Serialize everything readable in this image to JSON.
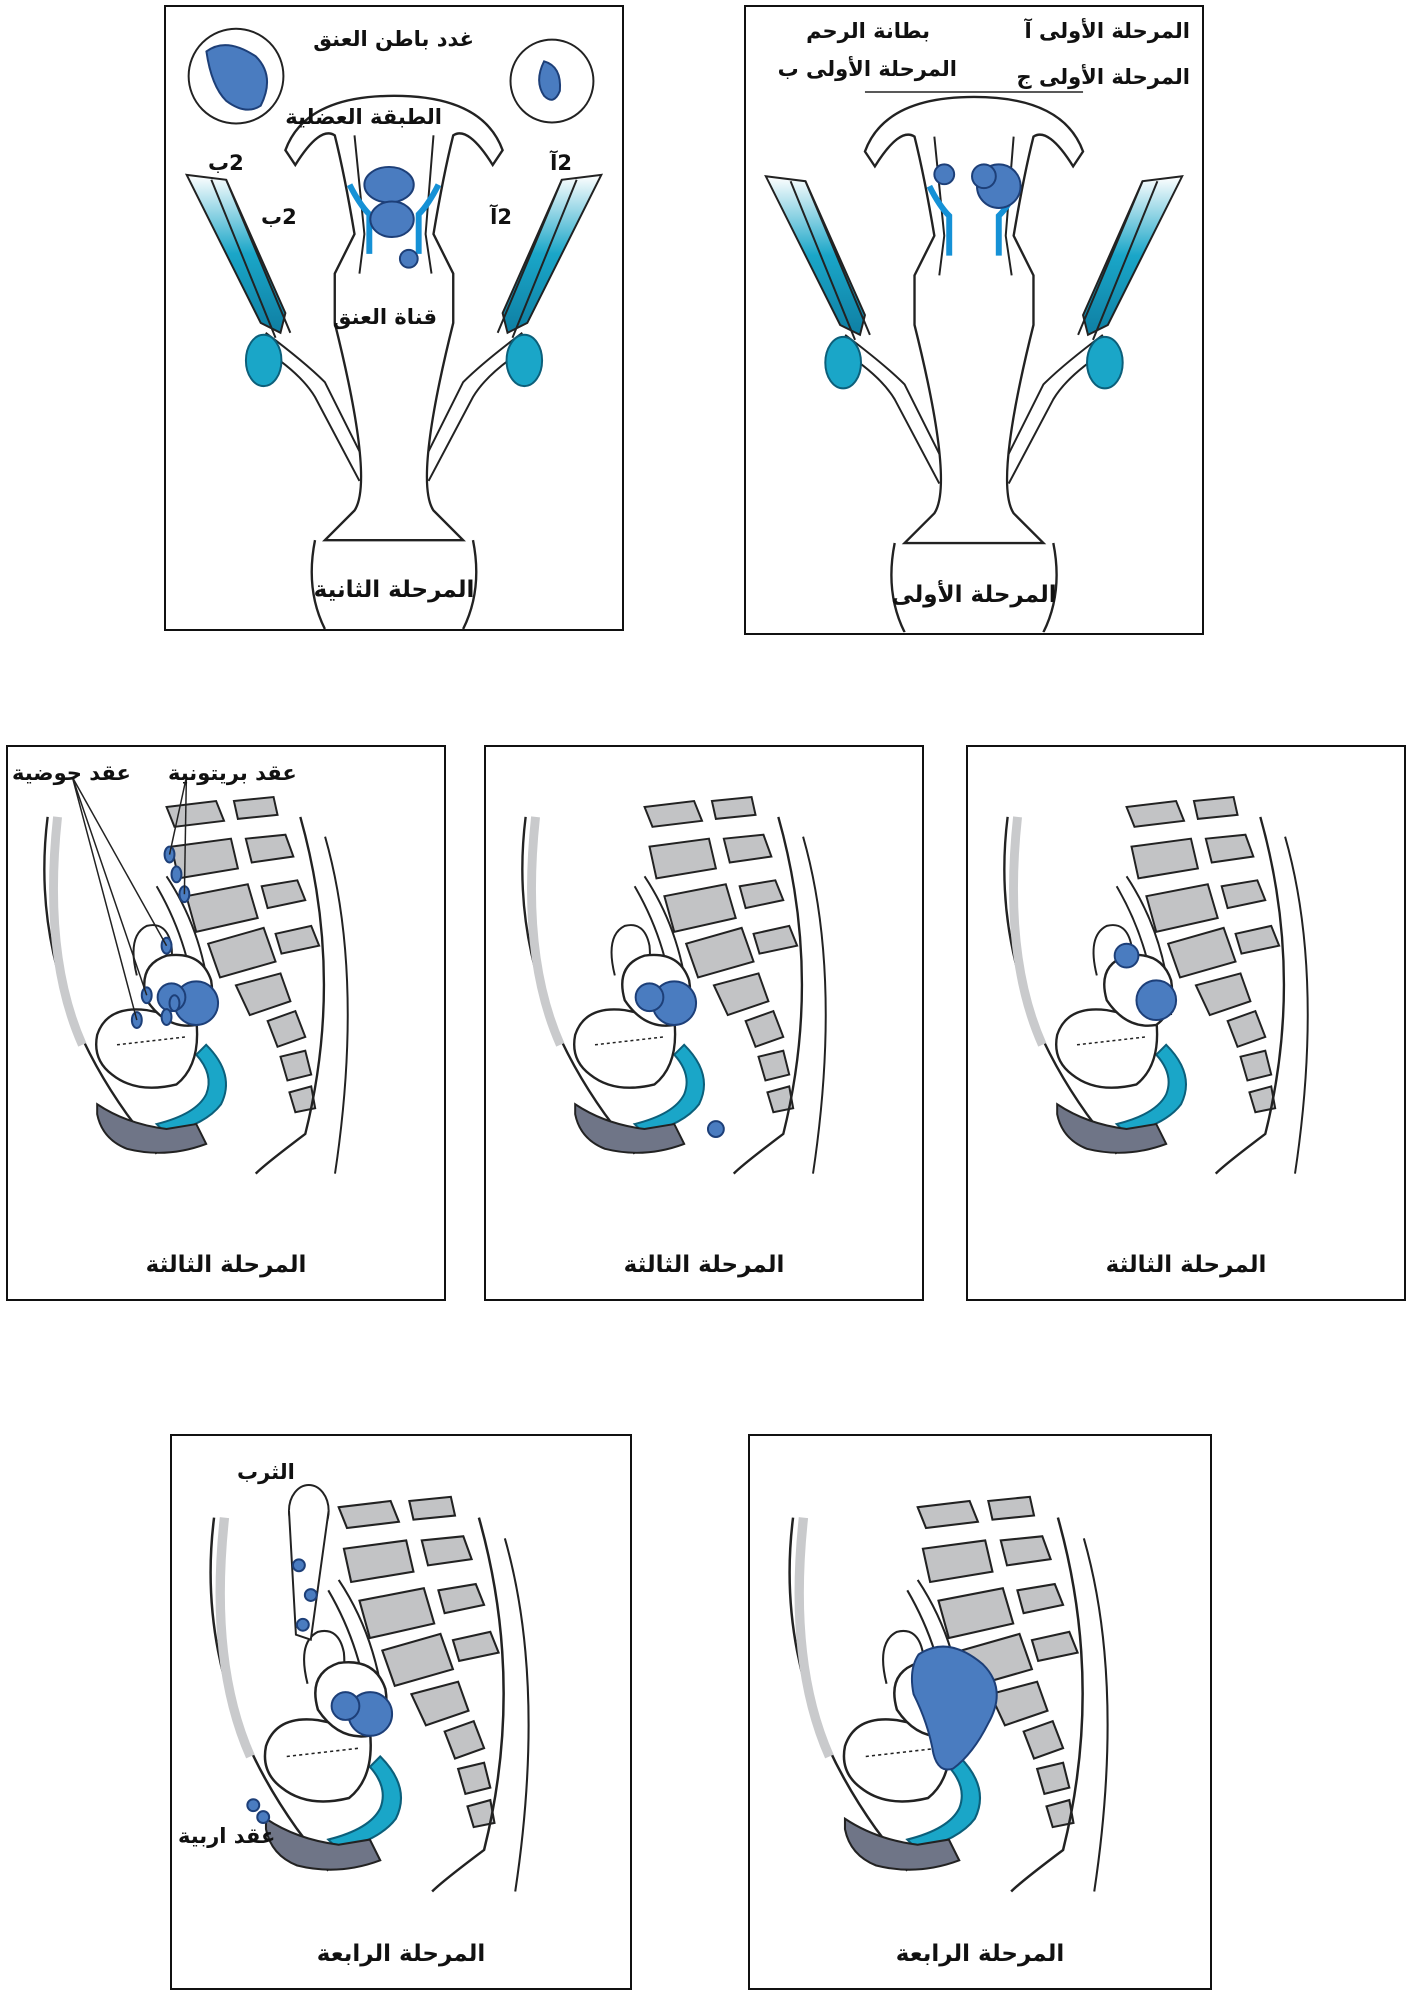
{
  "colors": {
    "tumor": "#4a7cc0",
    "tumor_edge": "#1d3f78",
    "lymph": "#1aa6c8",
    "bone": "#c2c3c5",
    "organ_dark": "#6f7587",
    "line": "#222222"
  },
  "stage1": {
    "caption": "المرحلة الأولى",
    "labels": {
      "stage_1a": "المرحلة الأولى آ",
      "stage_1b": "المرحلة الأولى ب",
      "stage_1c": "المرحلة الأولى ج",
      "endometrium": "بطانة الرحم"
    }
  },
  "stage2": {
    "caption": "المرحلة الثانية",
    "labels": {
      "cervical_glands": "غدد باطن العنق",
      "muscular_layer": "الطبقة العضلية",
      "cervical_canal": "قناة العنق",
      "stage_2b_top": "2ب",
      "stage_2a_top": "2آ",
      "stage_2b_mid": "2ب",
      "stage_2a_mid": "2آ"
    }
  },
  "stage3": [
    {
      "caption": "المرحلة الثالثة"
    },
    {
      "caption": "المرحلة الثالثة"
    },
    {
      "caption": "المرحلة الثالثة",
      "labels": {
        "peritoneal_nodes": "عقد بريتونية",
        "pelvic_nodes": "عقد حوضية"
      }
    }
  ],
  "stage4": [
    {
      "caption": "المرحلة الرابعة"
    },
    {
      "caption": "المرحلة الرابعة",
      "labels": {
        "omentum": "الثرب",
        "inguinal_nodes": "عقد اربية"
      }
    }
  ]
}
